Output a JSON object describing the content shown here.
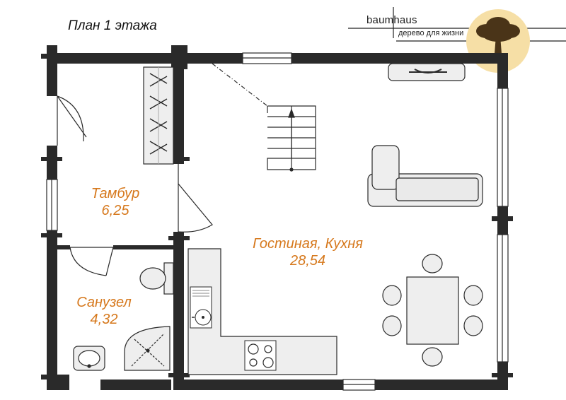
{
  "title": "План 1 этажа",
  "brand": {
    "name": "baumhaus",
    "tagline": "дерево для жизни",
    "logo_icon": "tree-logo-icon"
  },
  "colors": {
    "wall": "#2a2a2a",
    "room_label": "#d6781c",
    "furniture_fill": "#eeeeee",
    "logo_bg": "#f6dfa6"
  },
  "rooms": [
    {
      "name": "Тамбур",
      "area": "6,25"
    },
    {
      "name": "Санузел",
      "area": "4,32"
    },
    {
      "name": "Гостиная, Кухня",
      "area": "28,54"
    }
  ]
}
